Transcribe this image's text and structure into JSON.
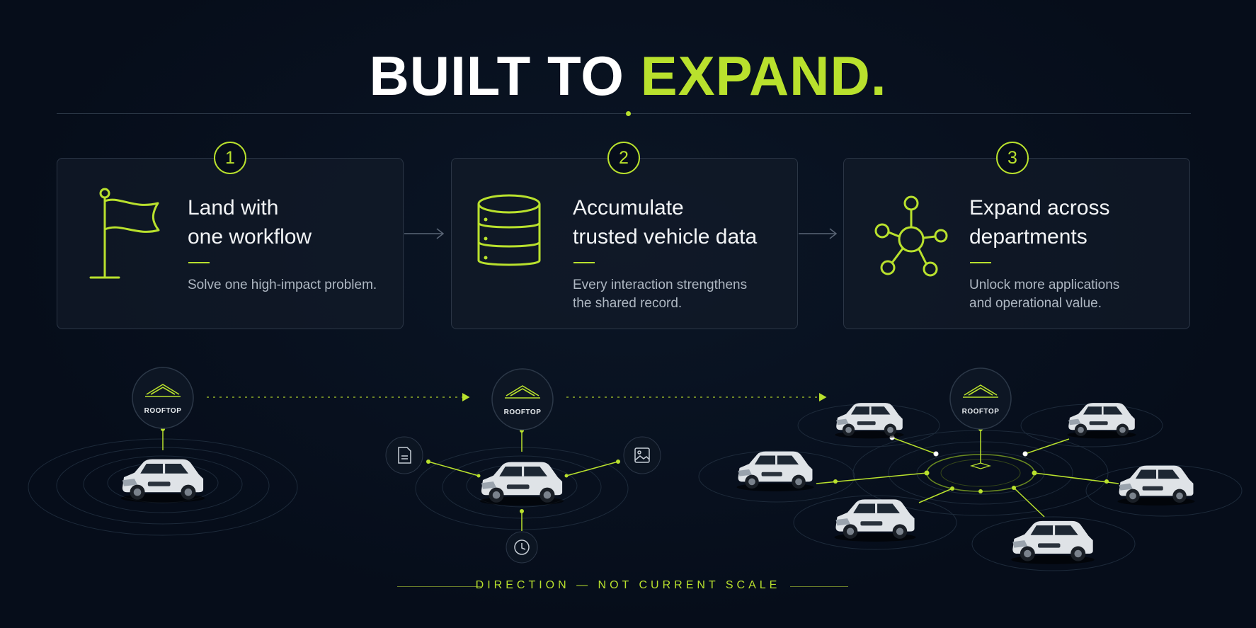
{
  "title": {
    "part1": "BUILT TO ",
    "part2": "EXPAND."
  },
  "colors": {
    "accent": "#b9e12d",
    "background": "#060d1a",
    "card_border": "#2b3646",
    "text_muted": "#aeb7c2"
  },
  "steps": [
    {
      "number": "1",
      "icon": "flag-icon",
      "title_line1": "Land with",
      "title_line2": "one workflow",
      "desc_line1": "Solve one high-impact problem.",
      "desc_line2": ""
    },
    {
      "number": "2",
      "icon": "database-icon",
      "title_line1": "Accumulate",
      "title_line2": "trusted vehicle data",
      "desc_line1": "Every interaction strengthens",
      "desc_line2": "the shared record."
    },
    {
      "number": "3",
      "icon": "network-hub-icon",
      "title_line1": "Expand across",
      "title_line2": "departments",
      "desc_line1": "Unlock more applications",
      "desc_line2": "and operational value."
    }
  ],
  "hub_label": "ROOFTOP",
  "satellite_icons": [
    "document-icon",
    "image-icon",
    "clock-icon"
  ],
  "footer": "DIRECTION — NOT CURRENT SCALE"
}
